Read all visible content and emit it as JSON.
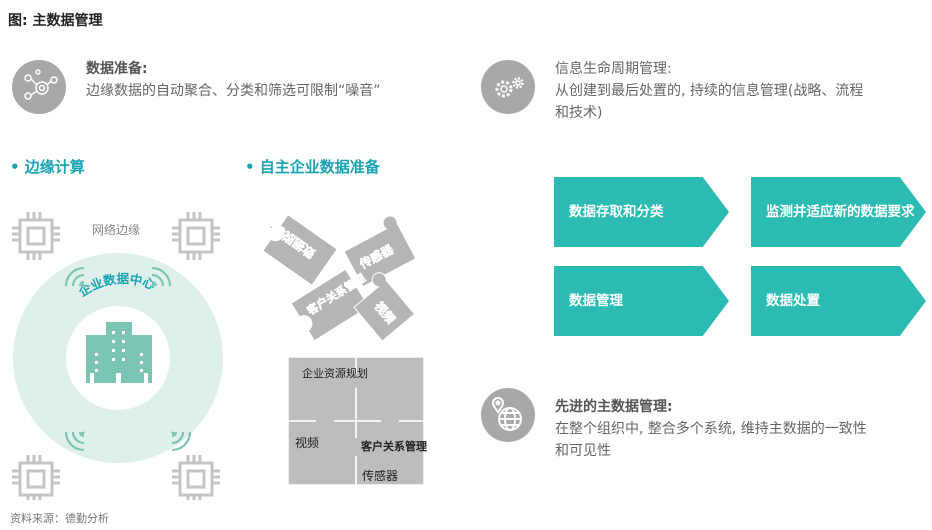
{
  "title": "图: 主数据管理",
  "data_prep": {
    "heading": "数据准备:",
    "text": "边缘数据的自动聚合、分类和筛选可限制“噪音”"
  },
  "lifecycle": {
    "heading": "信息生命周期管理:",
    "line1": "从创建到最后处置的, 持续的信息管理(战略、流程",
    "line2": "和技术)"
  },
  "advanced": {
    "heading": "先进的主数据管理:",
    "line1": "在整个组织中, 整合多个系统, 维持主数据的一致性",
    "line2": "和可见性"
  },
  "bullets": {
    "edge": "• 边缘计算",
    "autonomous": "• 自主企业数据准备"
  },
  "edge_diagram": {
    "network_edge": "网络边缘",
    "data_center": "企业数据中心"
  },
  "puzzle_scattered": [
    "数据脱敏标签",
    "传感器",
    "客户关系管理",
    "视频"
  ],
  "puzzle_grid": {
    "erp": "企业资源规划",
    "video": "视频",
    "crm": "客户关系管理",
    "sensor": "传感器"
  },
  "arrows": [
    "数据存取和分类",
    "监测并适应新的数据要求",
    "数据管理",
    "数据处置"
  ],
  "footer": "资料来源：德勤分析",
  "colors": {
    "teal": "#2bbbb2",
    "heading": "#1aa3b3",
    "ring": "#dff0ea",
    "gray": "#a8a8a8"
  }
}
